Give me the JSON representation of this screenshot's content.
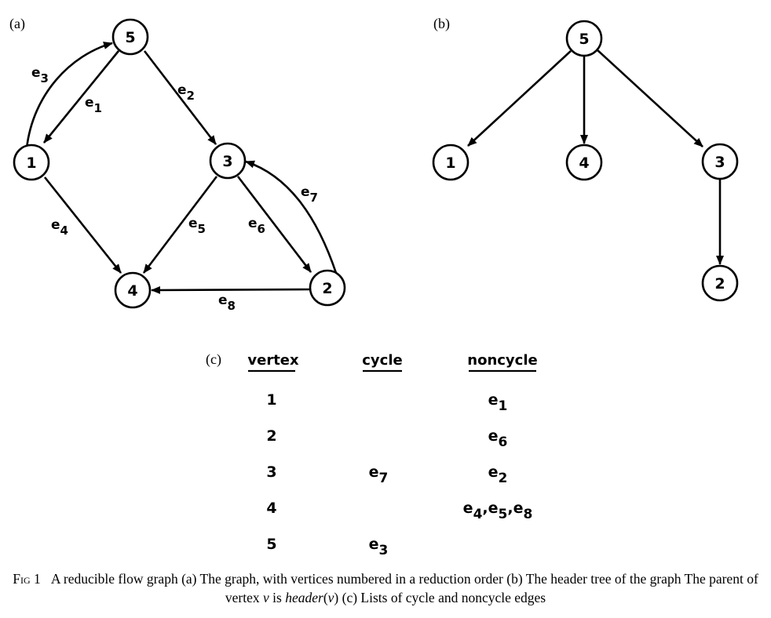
{
  "panels": {
    "a": "(a)",
    "b": "(b)",
    "c": "(c)"
  },
  "graph_a": {
    "nodes": {
      "n5": "5",
      "n1": "1",
      "n3": "3",
      "n4": "4",
      "n2": "2"
    },
    "edges": {
      "e1": {
        "base": "e",
        "sub": "1"
      },
      "e2": {
        "base": "e",
        "sub": "2"
      },
      "e3": {
        "base": "e",
        "sub": "3"
      },
      "e4": {
        "base": "e",
        "sub": "4"
      },
      "e5": {
        "base": "e",
        "sub": "5"
      },
      "e6": {
        "base": "e",
        "sub": "6"
      },
      "e7": {
        "base": "e",
        "sub": "7"
      },
      "e8": {
        "base": "e",
        "sub": "8"
      }
    }
  },
  "tree_b": {
    "nodes": {
      "n5": "5",
      "n1": "1",
      "n4": "4",
      "n3": "3",
      "n2": "2"
    }
  },
  "table_c": {
    "headers": {
      "vertex": "vertex",
      "cycle": "cycle",
      "noncycle": "noncycle"
    },
    "rows": [
      {
        "vertex": "1",
        "cycle": "",
        "noncycle": [
          [
            "e",
            "1"
          ]
        ]
      },
      {
        "vertex": "2",
        "cycle": "",
        "noncycle": [
          [
            "e",
            "6"
          ]
        ]
      },
      {
        "vertex": "3",
        "cycle": [
          [
            "e",
            "7"
          ]
        ],
        "noncycle": [
          [
            "e",
            "2"
          ]
        ]
      },
      {
        "vertex": "4",
        "cycle": "",
        "noncycle": [
          [
            "e",
            "4"
          ],
          [
            "e",
            "5"
          ],
          [
            "e",
            "8"
          ]
        ]
      },
      {
        "vertex": "5",
        "cycle": [
          [
            "e",
            "3"
          ]
        ],
        "noncycle": ""
      }
    ]
  },
  "caption": {
    "fig": "Fig 1",
    "part1": "A reducible flow graph (a) The graph, with vertices numbered in a reduction order (b) The header tree of the graph The parent of vertex ",
    "v1": "v",
    "part2": " is ",
    "header": "header",
    "part3": "(",
    "v2": "v",
    "part4": ")  (c) Lists of cycle and noncycle edges"
  }
}
